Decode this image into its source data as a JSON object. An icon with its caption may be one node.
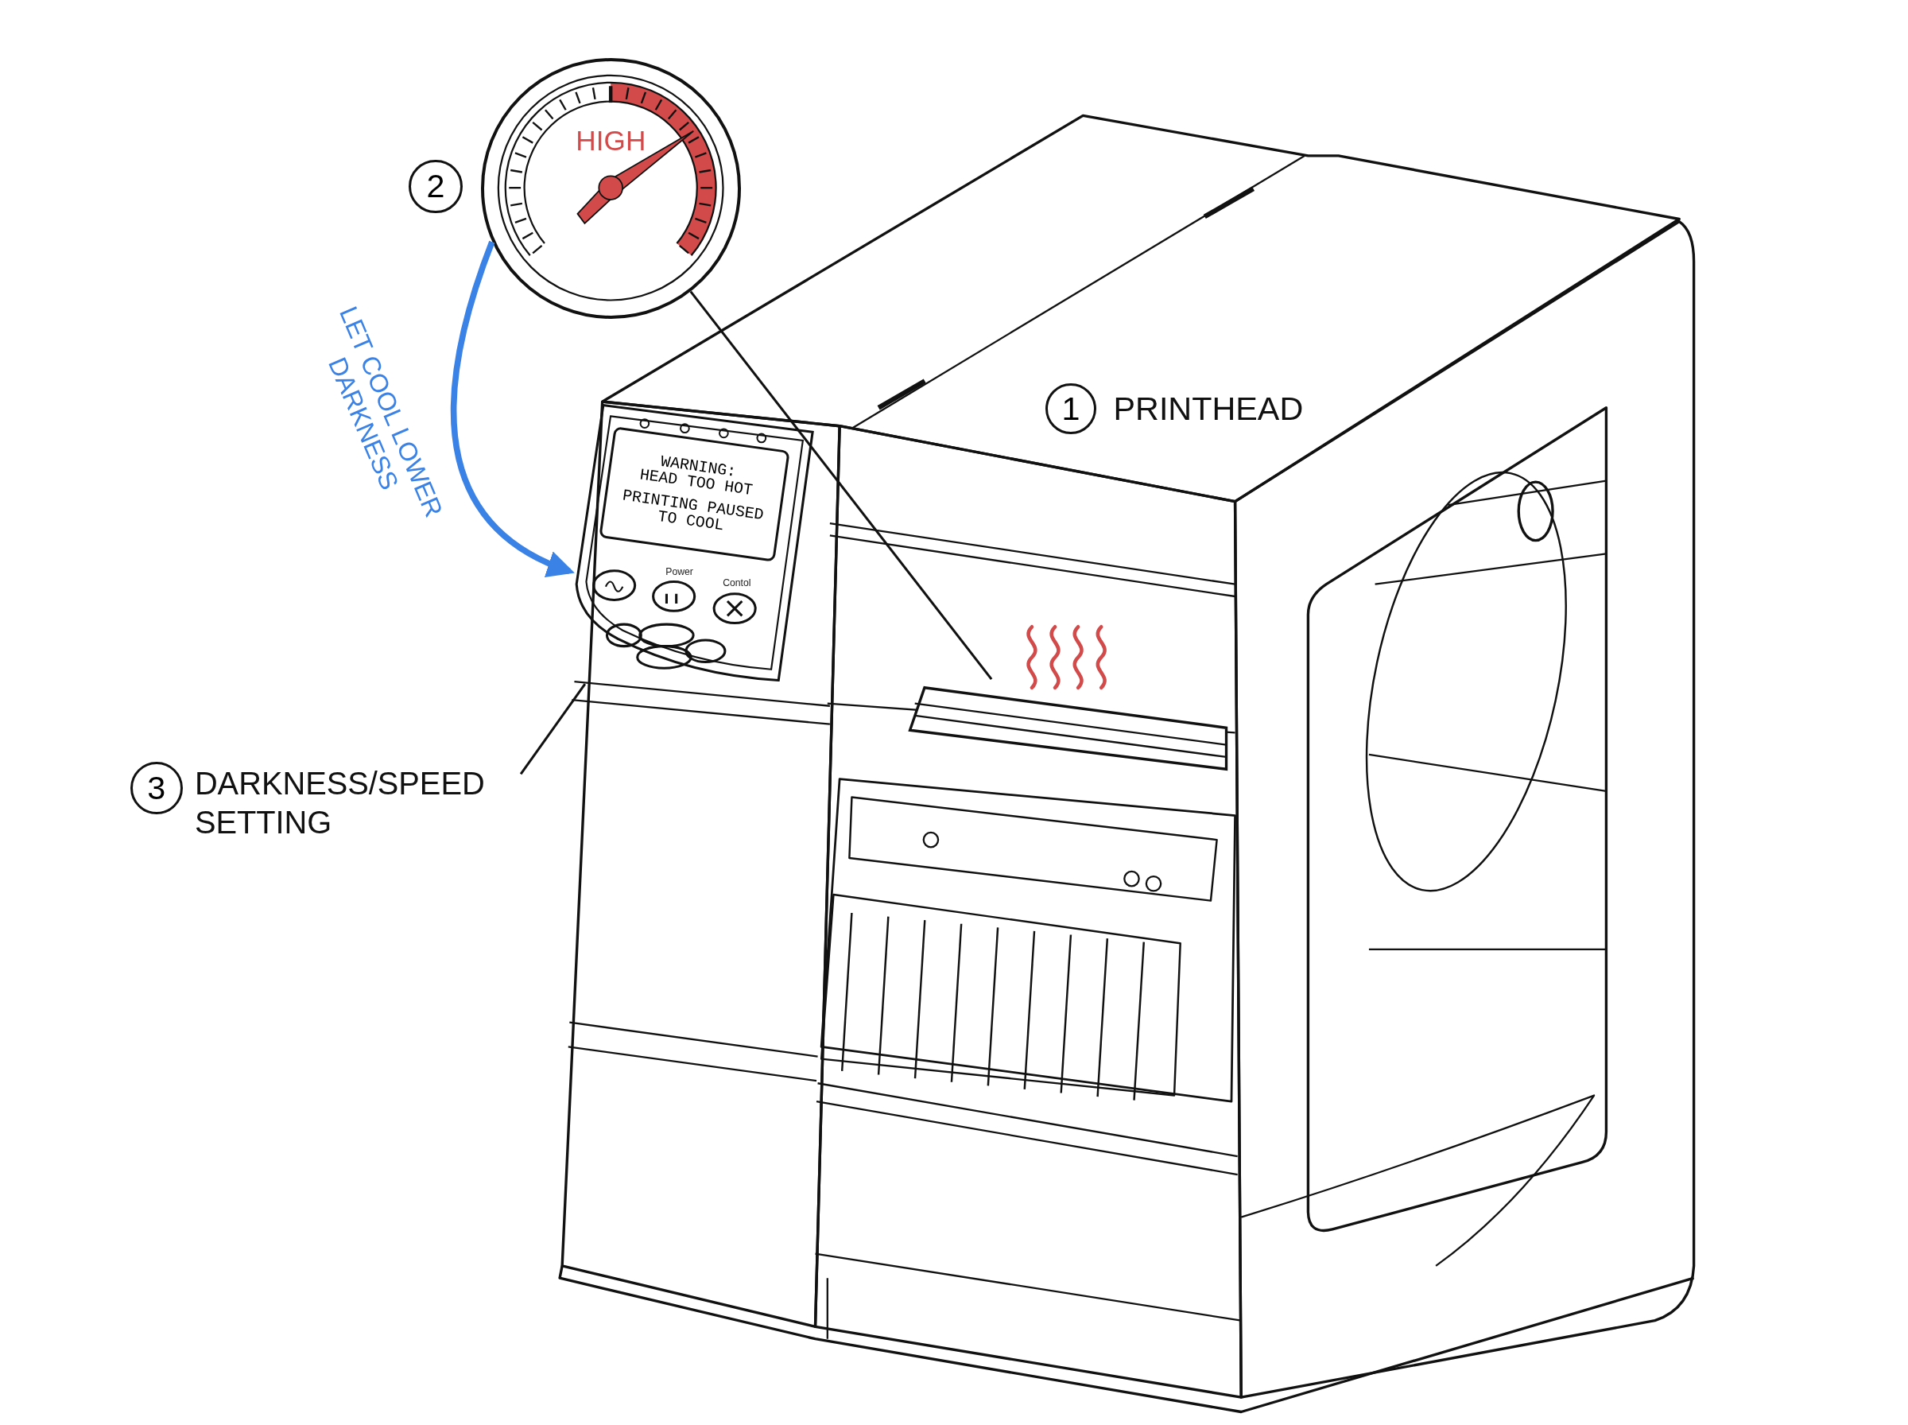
{
  "diagram": {
    "nodes": [
      {
        "text": [
          "HIGH"
        ]
      },
      {
        "text": [],
        "shape": "picture"
      },
      {
        "text": [
          "Power",
          "Contol"
        ]
      },
      {
        "text": [
          "WARNING: HEAD TOO HOT",
          "PRINTING PAUSED TO COOL"
        ],
        "in": 2
      },
      {
        "text": [
          "DARKNESS/SPEED SETTING"
        ]
      }
    ],
    "edges": [
      {
        "from": 0,
        "to": 1,
        "arrow": "none"
      },
      {
        "from": 0,
        "to": 2,
        "arrow": "to",
        "label": "LET COOL LOWER DARKNESS",
        "style": "thick",
        "color": "#3b82e6"
      },
      {
        "from": 4,
        "to": 2,
        "arrow": "none"
      }
    ],
    "labels": [
      "2",
      "1",
      "PRINTHEAD",
      "3"
    ]
  }
}
